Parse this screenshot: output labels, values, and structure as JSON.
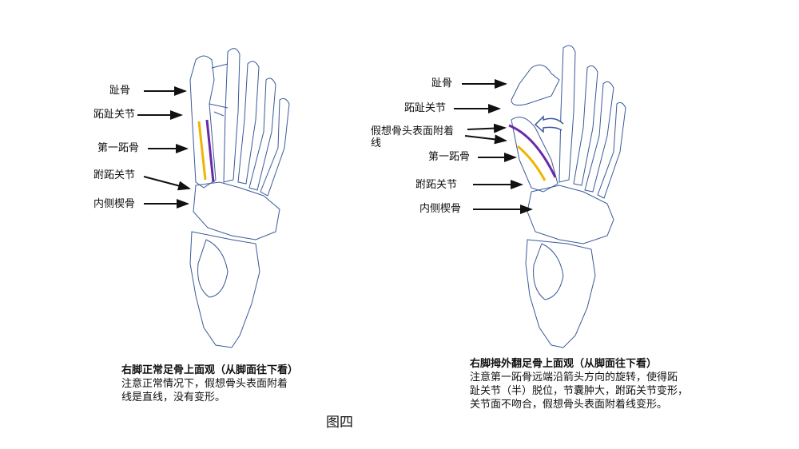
{
  "left_figure": {
    "labels": [
      "趾骨",
      "跖趾关节",
      "第一跖骨",
      "跗跖关节",
      "内侧楔骨"
    ],
    "caption_title": "右脚正常足骨上面观（从脚面往下看）",
    "caption_lines": [
      "注意正常情况下，假想骨头表面附着",
      "线是直线，没有变形。"
    ]
  },
  "right_figure": {
    "labels": [
      "趾骨",
      "跖趾关节",
      "假想骨头表面附着",
      "线",
      "第一跖骨",
      "跗跖关节",
      "内侧楔骨"
    ],
    "caption_title": "右脚拇外翻足骨上面观（从脚面往下看）",
    "caption_lines": [
      "注意第一跖骨远端沿箭头方向的旋转，使得跖",
      "趾关节（半）脱位，节囊肿大，跗跖关节变形，",
      "关节面不吻合，假想骨头表面附着线变形。"
    ]
  },
  "figure_label": "图四",
  "colors": {
    "bone_outline": "#3a5a9a",
    "purple_line": "#6a2aa8",
    "yellow_line": "#f0b400"
  }
}
